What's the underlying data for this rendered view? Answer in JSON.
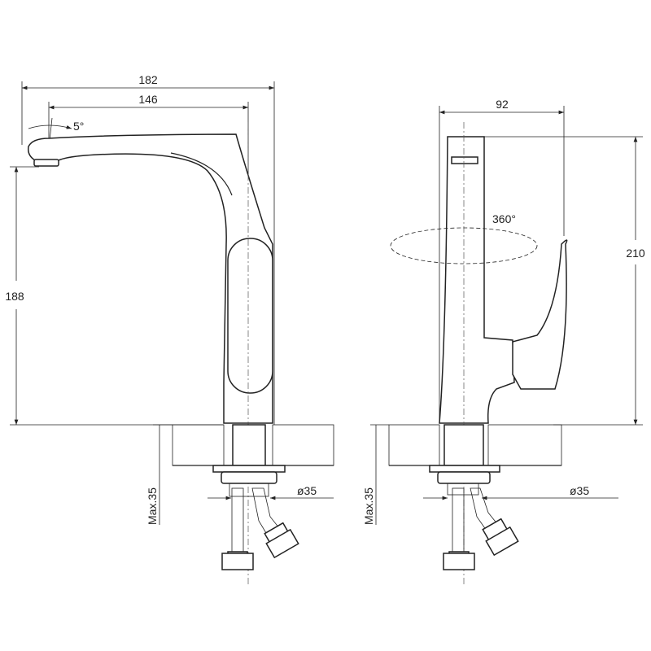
{
  "side_view": {
    "overall_length": "182",
    "spout_reach": "146",
    "spout_angle": "5°",
    "spout_height": "188",
    "max_counter_thickness": "Max.35",
    "hole_diameter": "ø35"
  },
  "front_view": {
    "handle_width": "92",
    "rotation": "360°",
    "overall_height": "210",
    "max_counter_thickness": "Max.35",
    "hole_diameter": "ø35"
  }
}
